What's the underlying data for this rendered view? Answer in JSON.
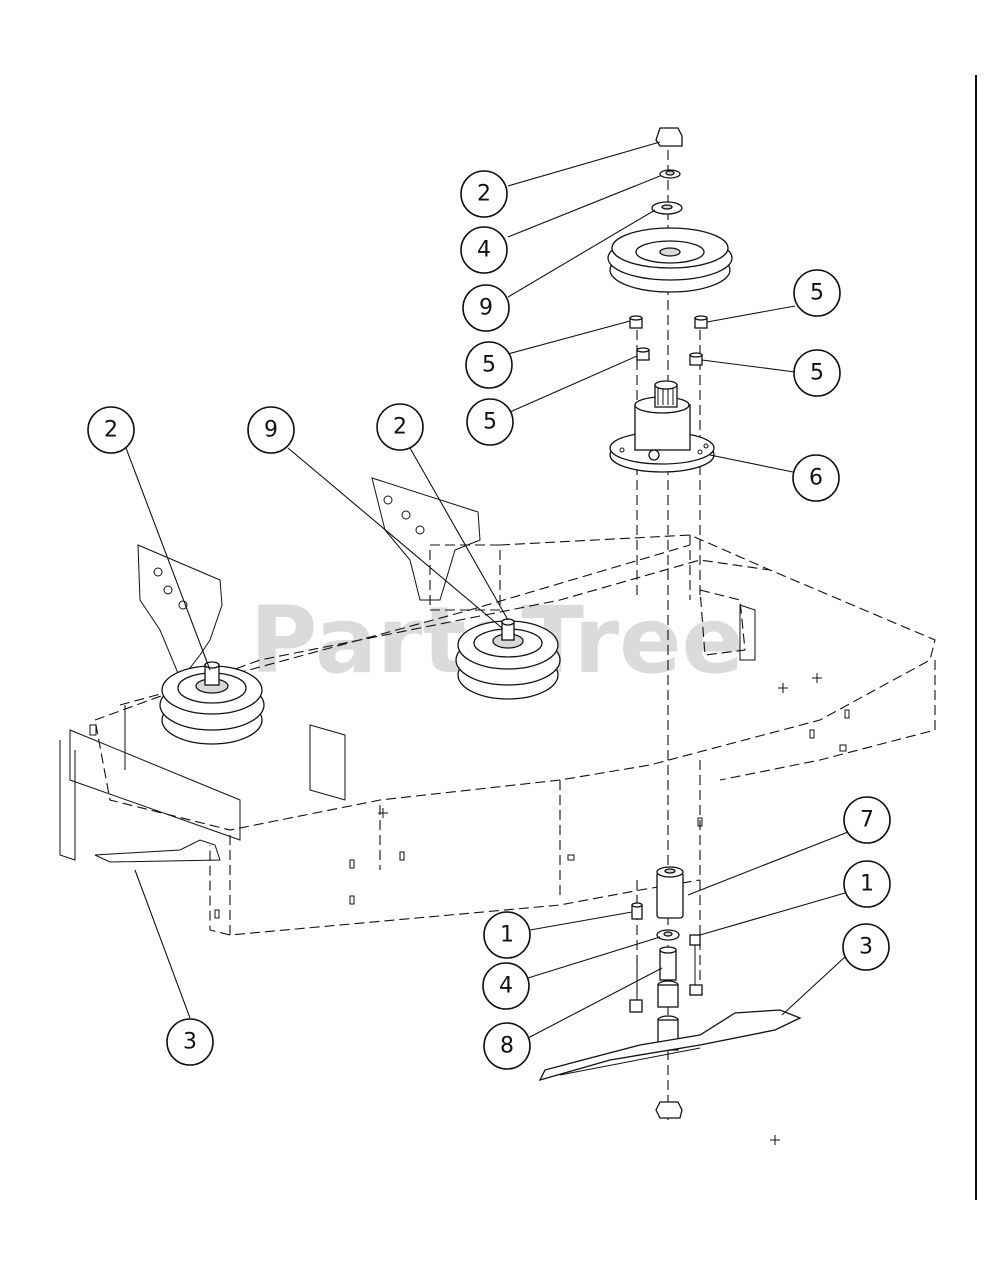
{
  "diagram": {
    "watermark": "PartsTree",
    "callouts": [
      {
        "id": "c-2-top",
        "label": "2"
      },
      {
        "id": "c-4-top",
        "label": "4"
      },
      {
        "id": "c-9-top",
        "label": "9"
      },
      {
        "id": "c-5-a",
        "label": "5"
      },
      {
        "id": "c-5-b",
        "label": "5"
      },
      {
        "id": "c-5-c",
        "label": "5"
      },
      {
        "id": "c-5-d",
        "label": "5"
      },
      {
        "id": "c-6",
        "label": "6"
      },
      {
        "id": "c-2-left",
        "label": "2"
      },
      {
        "id": "c-9-mid",
        "label": "9"
      },
      {
        "id": "c-2-mid",
        "label": "2"
      },
      {
        "id": "c-7",
        "label": "7"
      },
      {
        "id": "c-1-a",
        "label": "1"
      },
      {
        "id": "c-1-b",
        "label": "1"
      },
      {
        "id": "c-3-right",
        "label": "3"
      },
      {
        "id": "c-4-low",
        "label": "4"
      },
      {
        "id": "c-8",
        "label": "8"
      },
      {
        "id": "c-3-left",
        "label": "3"
      }
    ]
  }
}
